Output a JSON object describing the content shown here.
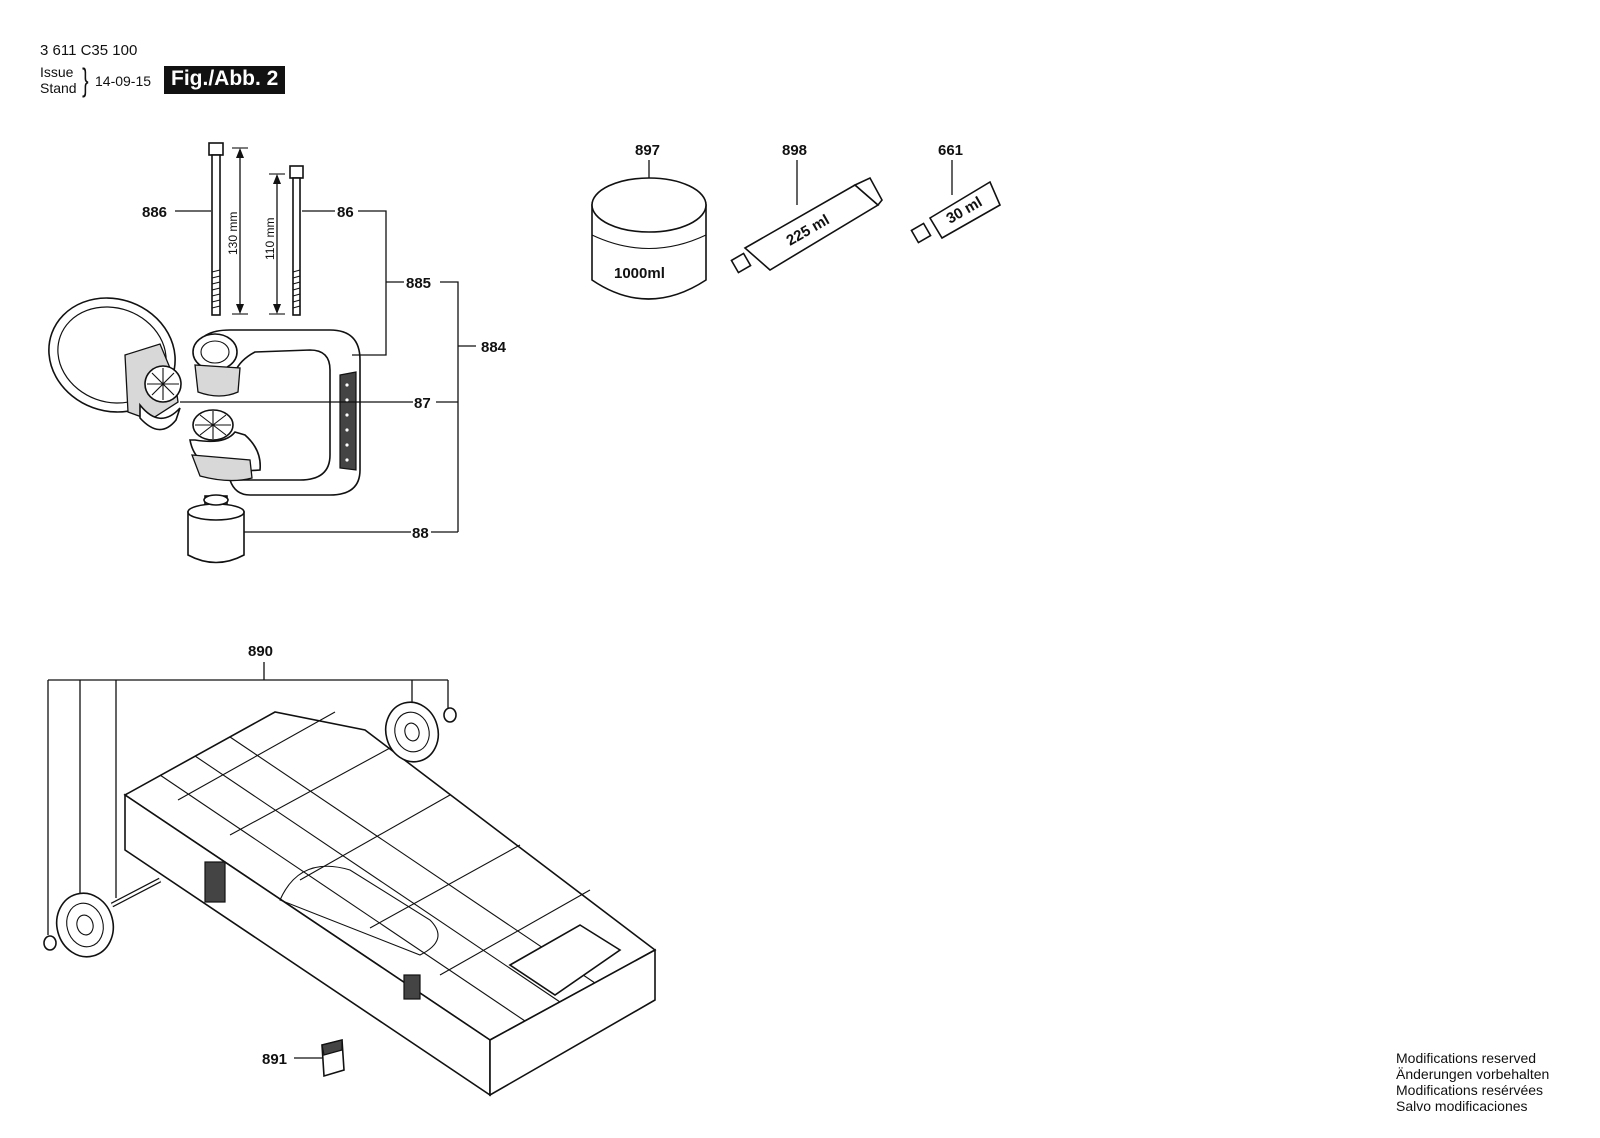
{
  "header": {
    "doc_number": "3 611 C35 100",
    "issue_label": "Issue",
    "stand_label": "Stand",
    "date": "14-09-15",
    "figure": "Fig./Abb. 2"
  },
  "parts": {
    "p886": "886",
    "p86": "86",
    "p885": "885",
    "p884": "884",
    "p87": "87",
    "p88": "88",
    "p897": "897",
    "p898": "898",
    "p661": "661",
    "p890": "890",
    "p891": "891"
  },
  "dimensions": {
    "d130": "130 mm",
    "d110": "110 mm"
  },
  "volumes": {
    "v1000": "1000ml",
    "v225": "225 ml",
    "v30": "30 ml"
  },
  "footer": {
    "line1": "Modifications reserved",
    "line2": "Änderungen vorbehalten",
    "line3": "Modifications resérvées",
    "line4": "Salvo modificaciones"
  }
}
